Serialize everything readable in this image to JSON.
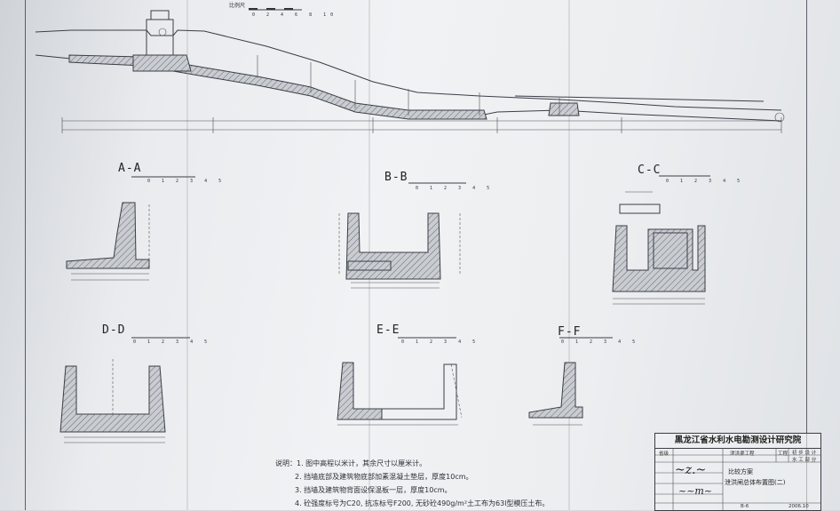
{
  "drawing": {
    "scale_label": "比例尺",
    "scale_numbers": "0 2 4 6 8 10",
    "section_scale_numbers": "0 1 2 3 4 5"
  },
  "sections": [
    {
      "key": "A",
      "title": "A-A"
    },
    {
      "key": "B",
      "title": "B-B"
    },
    {
      "key": "C",
      "title": "C-C"
    },
    {
      "key": "D",
      "title": "D-D"
    },
    {
      "key": "E",
      "title": "E-E"
    },
    {
      "key": "F",
      "title": "F-F"
    }
  ],
  "notes": {
    "label": "说明：",
    "items": [
      "1. 图中高程以米计，其余尺寸以厘米计。",
      "2. 挡墙底部及建筑物底部加素混凝土垫层，厚度10cm。",
      "3. 挡墙及建筑物背面设保温板一层，厚度10cm。",
      "4. 砼强度标号为C20, 抗冻标号F200, 无砂砼490g/m²土工布为63l型模压土布。"
    ]
  },
  "title_block": {
    "organization": "黑龙江省水利水电勘测设计研究院",
    "row1_a": "省级",
    "row1_b": "泄洪渠工程",
    "row1_c": "工程",
    "row1_d": "初 步 设 计",
    "row2_d": "水 工 部 分",
    "title_line1": "比较方案",
    "title_line2": "泄洪闸总体布置图(二)",
    "date": "2006.10",
    "sheet_no": "B-6"
  }
}
